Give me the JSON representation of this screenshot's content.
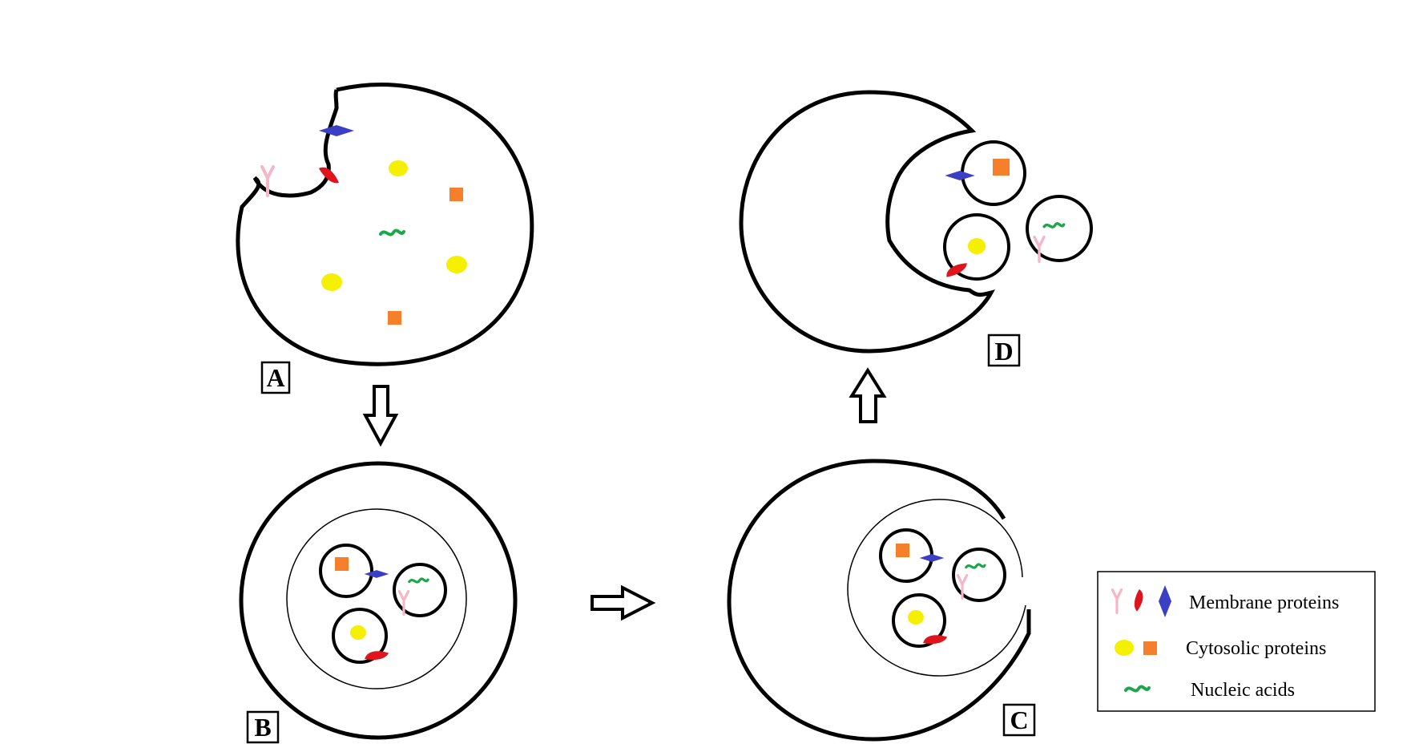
{
  "panels": {
    "a": "A",
    "b": "B",
    "c": "C",
    "d": "D"
  },
  "legend": {
    "membrane_proteins": "Membrane proteins",
    "cytosolic_proteins": "Cytosolic proteins",
    "nucleic_acids": "Nucleic acids"
  },
  "colors": {
    "membrane_pink": "#f4b6c8",
    "membrane_red": "#e0141c",
    "membrane_blue": "#3b3fc4",
    "cytosolic_yellow": "#f4f000",
    "cytosolic_orange": "#f57f2a",
    "nucleic_green": "#1ca84a"
  }
}
